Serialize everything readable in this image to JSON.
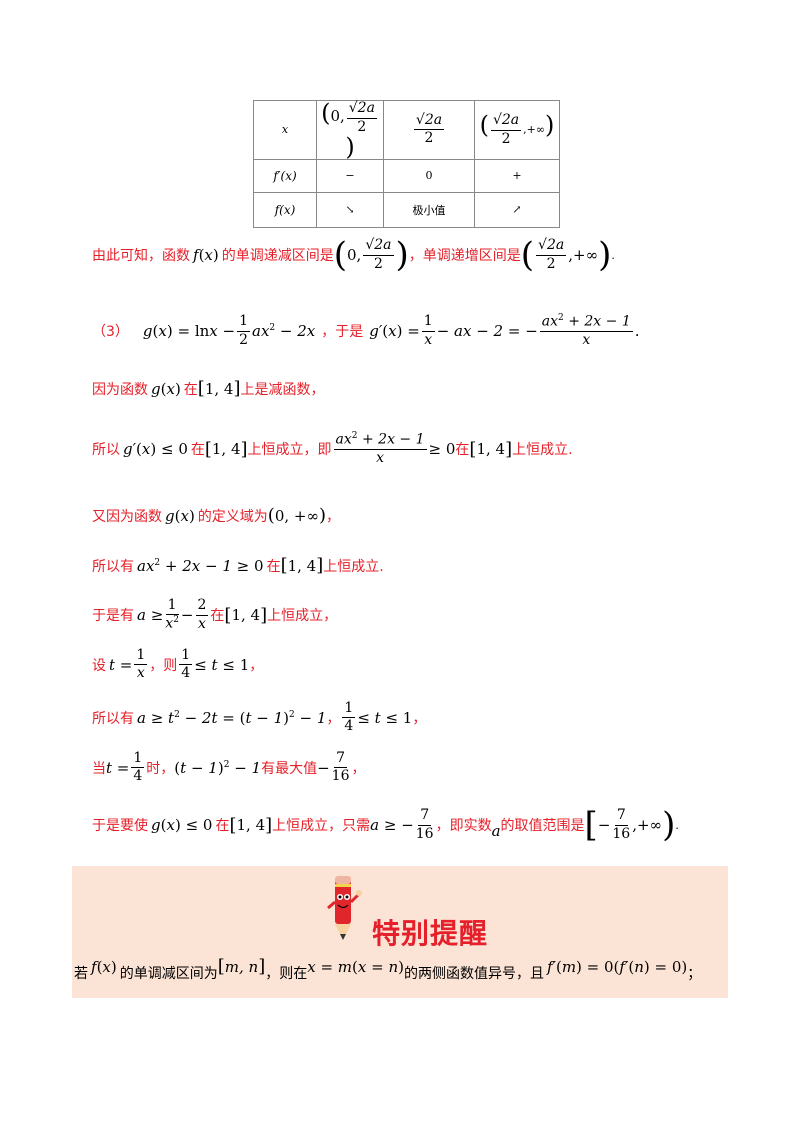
{
  "table": {
    "rows": [
      {
        "label": "x",
        "cells": [
          "(0, √2a/2)",
          "√2a/2",
          "(√2a/2, +∞)"
        ]
      },
      {
        "label": "f′(x)",
        "cells": [
          "−",
          "0",
          "+"
        ]
      },
      {
        "label": "f(x)",
        "cells": [
          "↘",
          "极小值",
          "↗"
        ]
      }
    ]
  },
  "lines": {
    "l1_a": "由此可知，函数",
    "l1_b": "的单调递减区间是",
    "l1_c": "，单调递增区间是",
    "l2_prefix": "（3）",
    "l2_mid": "，于是",
    "l3_a": "因为函数",
    "l3_b": "在",
    "l3_c": "上是减函数，",
    "l4_a": "所以",
    "l4_b": "在",
    "l4_c": "上恒成立，即",
    "l4_d": "在",
    "l4_e": "上恒成立.",
    "l5_a": "又因为函数",
    "l5_b": "的定义域为",
    "l6_a": "所以有",
    "l6_b": "在",
    "l6_c": "上恒成立.",
    "l7_a": "于是有",
    "l7_b": "在",
    "l7_c": "上恒成立，",
    "l8_a": "设",
    "l8_b": "，则",
    "l9_a": "所以有",
    "l10_a": "当",
    "l10_b": "时，",
    "l10_c": "有最大值",
    "l11_a": "于是要使",
    "l11_b": "在",
    "l11_c": "上恒成立，只需",
    "l11_d": "，即实数",
    "l11_e": "的取值范围是"
  },
  "tip": {
    "title": "特别提醒",
    "t_a": "若",
    "t_b": "的单调减区间为",
    "t_c": "，则在",
    "t_d": "的两侧函数值异号，且"
  }
}
